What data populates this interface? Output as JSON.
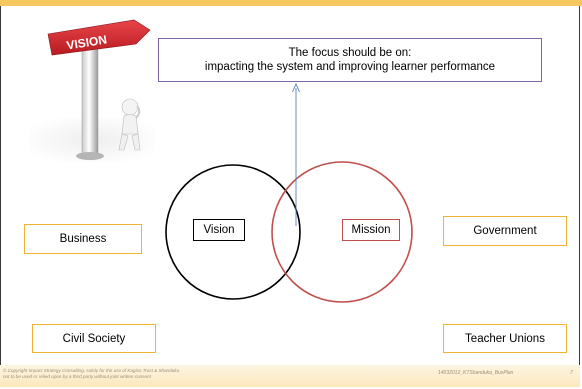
{
  "slide": {
    "focus": {
      "line1": "The focus should be on:",
      "line2": "impacting the system and improving learner performance"
    },
    "sign_text": "VISION",
    "venn": {
      "left_label": "Vision",
      "right_label": "Mission"
    },
    "stakeholders": {
      "business": "Business",
      "government": "Government",
      "civil_society": "Civil Society",
      "teacher_unions": "Teacher Unions"
    },
    "footer": {
      "copyright": "© Copyright Impact Strategy Consulting, solely for the use of Kagiso Trust & Shanduka\nnot to be used or relied upon by a third party without joint written consent",
      "doc_id": "14032012_KTShanduka_BusPlan",
      "page_number": "7"
    }
  },
  "colors": {
    "accent_orange": "#f2b233",
    "mission_red": "#c0504d",
    "focus_purple": "#7f64a6",
    "arrow_blue": "#4f81bd",
    "sign_red": "#d4262a"
  }
}
